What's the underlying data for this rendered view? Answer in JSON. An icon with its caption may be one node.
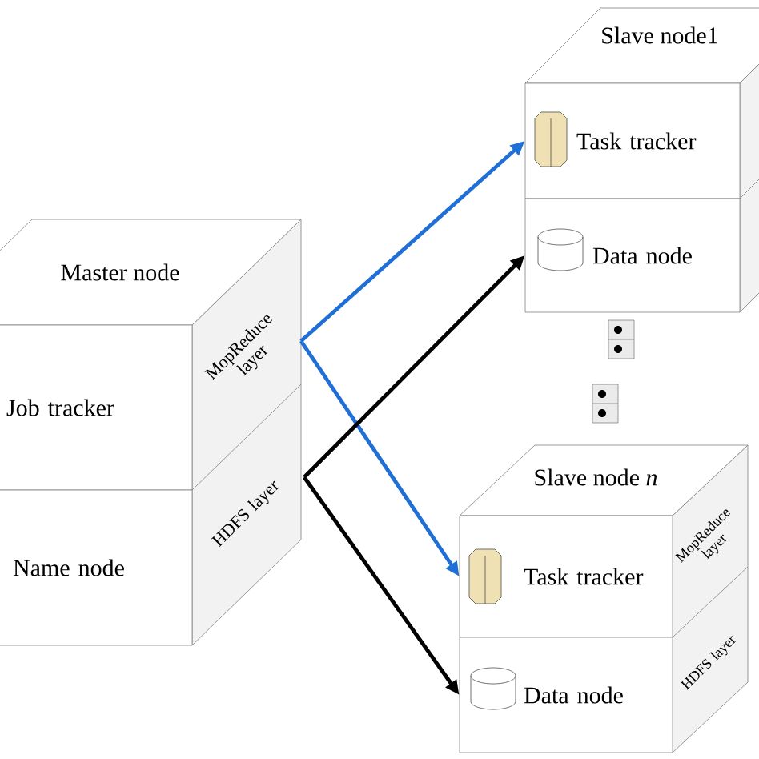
{
  "diagram": {
    "nodes": [
      {
        "text": [
          "Master node"
        ]
      },
      {
        "text": [
          "Job tracker"
        ]
      },
      {
        "text": [
          "Name node"
        ]
      },
      {
        "text": [
          "MopReduce layer"
        ]
      },
      {
        "text": [
          "HDFS layer"
        ]
      },
      {
        "text": [
          "Slave node1"
        ]
      },
      {
        "text": [
          "Task tracker"
        ]
      },
      {
        "text": [
          "Data node"
        ]
      },
      {
        "text": [
          "Slave node *n*"
        ]
      },
      {
        "text": [
          "Task tracker"
        ]
      },
      {
        "text": [
          "Data node"
        ]
      },
      {
        "text": [
          "MopReduce layer"
        ]
      },
      {
        "text": [
          "HDFS layer"
        ]
      }
    ],
    "edges": [
      {
        "from": 3,
        "to": 6,
        "arrow": "to",
        "color": "#1f6fd6"
      },
      {
        "from": 3,
        "to": 9,
        "arrow": "to",
        "color": "#1f6fd6"
      },
      {
        "from": 4,
        "to": 7,
        "arrow": "to",
        "color": "#000000"
      },
      {
        "from": 4,
        "to": 10,
        "arrow": "to",
        "color": "#000000"
      }
    ]
  }
}
